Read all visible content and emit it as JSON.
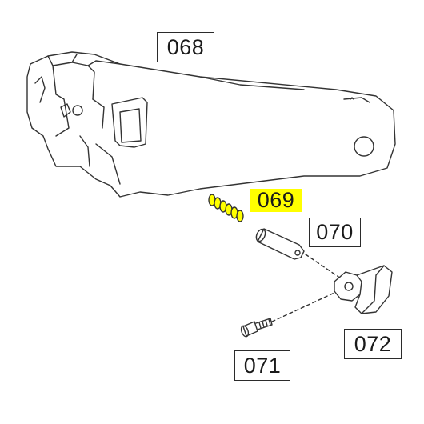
{
  "diagram": {
    "highlight_color": "#ffff00",
    "line_color": "#333333",
    "parts": [
      {
        "id": "068",
        "label": "068",
        "highlighted": false
      },
      {
        "id": "069",
        "label": "069",
        "highlighted": true
      },
      {
        "id": "070",
        "label": "070",
        "highlighted": false
      },
      {
        "id": "071",
        "label": "071",
        "highlighted": false
      },
      {
        "id": "072",
        "label": "072",
        "highlighted": false
      }
    ]
  }
}
